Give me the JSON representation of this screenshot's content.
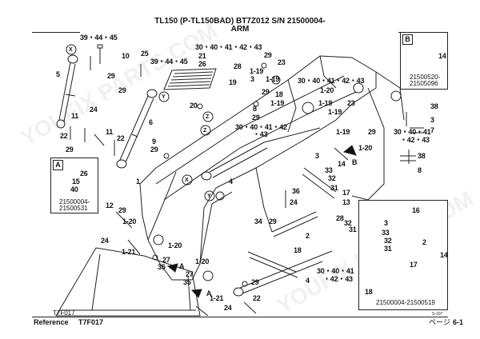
{
  "header": {
    "line1": "TL150 (P-TL150BAD) BT7Z012 S/N 21500004-",
    "line2": "ARM"
  },
  "callouts": {
    "c_39_44_45_a": "39・44・45",
    "c_x_a": "X",
    "c_10": "10",
    "c_25_a": "25",
    "c_39_44_45_b": "39・44・45",
    "c_5": "5",
    "c_29_a": "29",
    "c_29_b": "29",
    "c_y_a": "Y",
    "c_30_40_41_42_43_a": "30・40・41・42・43",
    "c_21_a": "21",
    "c_26_a": "26",
    "c_29_c": "29",
    "c_23_a": "23",
    "c_28": "28",
    "c_1_19_a": "1-19",
    "c_19": "19",
    "c_3_a": "3",
    "c_1_19_b": "1-19",
    "c_29_d": "29",
    "c_18_a": "18",
    "c_1_19_c": "1-19",
    "c_30_40_41_42_43_b": "30・40・41・42・43",
    "c_1_20_a": "1-20",
    "c_1_19_d": "1-19",
    "c_23_b": "23",
    "c_38_a": "38",
    "c_1_19_e": "1-19",
    "c_3_b": "3",
    "c_20_a": "20",
    "c_z_a": "Z",
    "c_8_a": "8",
    "c_29_e": "29",
    "c_24_a": "24",
    "c_11_a": "11",
    "c_6": "6",
    "c_30_40_41_42": "30・40・41・42",
    "c_43": "・43",
    "c_1_19_f": "1-19",
    "c_38_b": "38",
    "c_29_f": "29",
    "c_7": "7",
    "c_30_40_41_a": "30・40・41",
    "c_42_43_a": "・42・43",
    "c_22_a": "22",
    "c_11_b": "11",
    "c_22_b": "22",
    "c_29_g": "29",
    "c_9": "9",
    "c_29_h": "29",
    "c_1_20_b": "1-20",
    "c_z_b": "Z",
    "c_y_b": "Y",
    "c_3_c": "3",
    "c_b_arrow": "B",
    "c_14_a": "14",
    "c_38_c": "38",
    "c_8_b": "8",
    "c_1": "1",
    "c_x_b": "X",
    "c_4_a": "4",
    "c_33_a": "33",
    "c_32_a": "32",
    "c_36": "36",
    "c_24_b": "24",
    "c_34": "34",
    "c_29_i": "29",
    "c_31_a": "31",
    "c_17_a": "17",
    "c_13": "13",
    "c_28_32": "28",
    "c_32_b": "32",
    "c_31_b": "31",
    "c_12": "12",
    "c_29_j": "29",
    "c_1_20_c": "1-20",
    "c_24_c": "24",
    "c_1_20_d": "1-20",
    "c_1_21_a": "1-21",
    "c_27_a": "27",
    "c_35_a": "35",
    "c_a_a": "A",
    "c_2_a": "2",
    "c_18_b": "18",
    "c_1_20_e": "1-20",
    "c_27_b": "27",
    "c_35_b": "35",
    "c_a_b": "A",
    "c_29_k": "29",
    "c_4_b": "4",
    "c_30_40_41_b": "30・40・41",
    "c_42_43_b": "・42・43",
    "c_1_21_b": "1-21",
    "c_24_d": "24",
    "c_22_c": "22",
    "c_16": "16",
    "c_3_d": "3",
    "c_33_b": "33",
    "c_32_c": "32",
    "c_31_c": "31",
    "c_2_b": "2",
    "c_17_b": "17",
    "c_14_b": "14",
    "c_18_c": "18"
  },
  "inset_a": {
    "tag": "A",
    "c26": "26",
    "c15": "15",
    "c40": "40",
    "serial1": "21500004-",
    "serial2": "21500531"
  },
  "inset_b": {
    "tag": "B",
    "c14": "14",
    "serial1": "21500520-",
    "serial2": "21505096"
  },
  "inset_c": {
    "serial": "21500004-21500519"
  },
  "footer": {
    "code_small": "T7F017",
    "reference_label": "Reference",
    "reference_code": "T7F017",
    "page_label": "ページ",
    "page_no": "6-1",
    "small_code": "S-107"
  },
  "watermark": {
    "text": "YOUFIX PARTS.COM"
  }
}
